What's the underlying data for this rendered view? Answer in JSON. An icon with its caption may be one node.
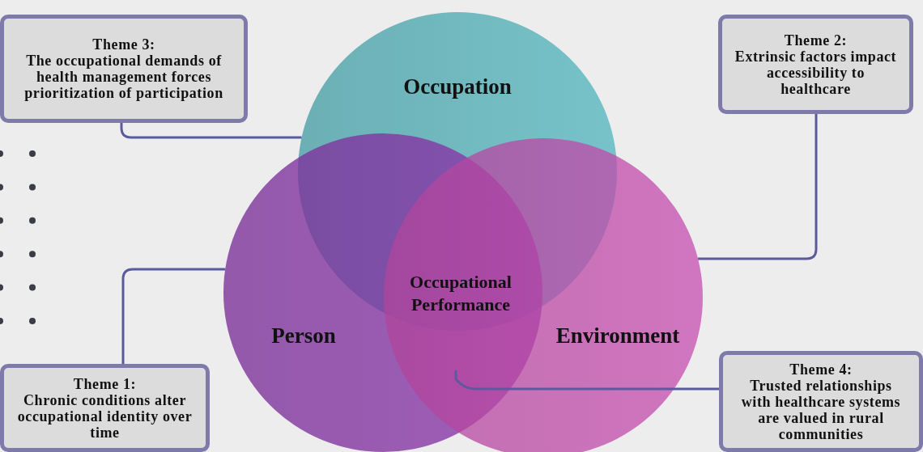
{
  "diagram": {
    "nodes": [
      {
        "text": [
          "Theme 3:",
          "The occupational demands of health management forces prioritization of participation"
        ]
      },
      {
        "text": [
          "Theme 2:",
          "Extrinsic factors impact accessibility to healthcare"
        ]
      },
      {
        "text": [
          "Occupation"
        ]
      },
      {
        "text": [
          "Person"
        ]
      },
      {
        "text": [
          "Environment"
        ]
      },
      {
        "text": [
          "Occupational Performance"
        ]
      },
      {
        "text": [
          "Theme 1:",
          "Chronic conditions alter occupational identity over time"
        ]
      },
      {
        "text": [
          "Theme 4:",
          "Trusted relationships with healthcare systems are valued in rural communities"
        ]
      }
    ],
    "edges": [
      {
        "from": 0,
        "to": 2,
        "arrow": "none"
      },
      {
        "from": 1,
        "to": 4,
        "arrow": "none"
      },
      {
        "from": 6,
        "to": 3,
        "arrow": "none"
      },
      {
        "from": 7,
        "to": 3,
        "arrow": "none"
      }
    ]
  }
}
